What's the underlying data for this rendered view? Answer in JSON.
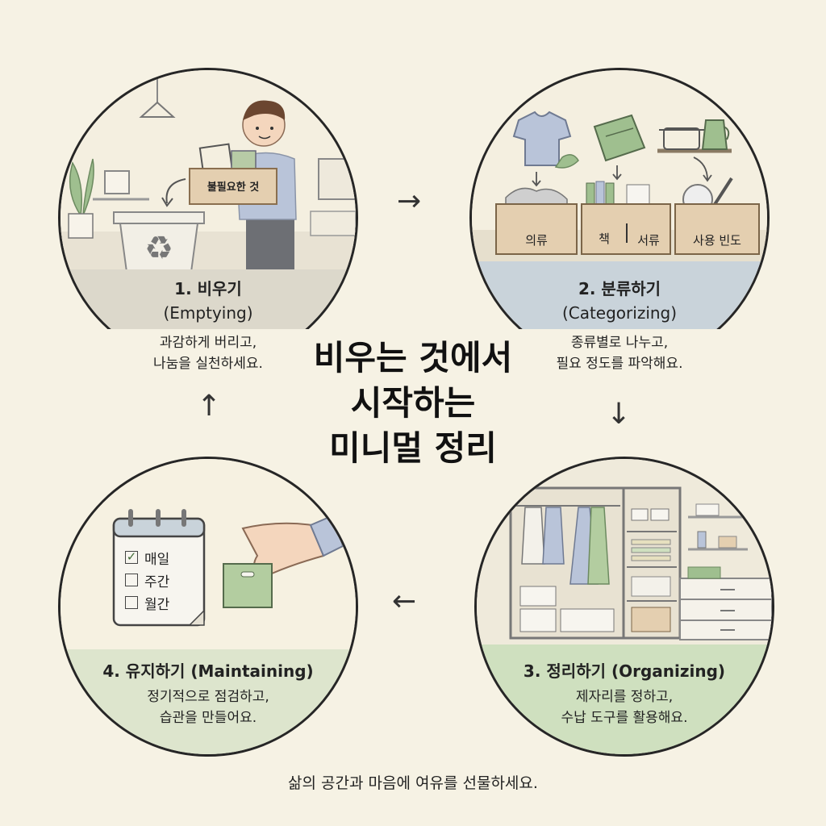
{
  "title": {
    "line1": "비우는 것에서",
    "line2": "시작하는",
    "line3": "미니멀 정리"
  },
  "steps": [
    {
      "title": "1. 비우기",
      "subtitle": "(Emptying)",
      "desc1": "과감하게 버리고,",
      "desc2": "나눔을 실천하세요.",
      "box_label": "불필요한 것"
    },
    {
      "title": "2. 분류하기",
      "subtitle": "(Categorizing)",
      "desc1": "종류별로 나누고,",
      "desc2": "필요 정도를 파악해요.",
      "bins": [
        "의류",
        "책",
        "서류",
        "사용 빈도"
      ]
    },
    {
      "title": "3. 정리하기 (Organizing)",
      "desc1": "제자리를 정하고,",
      "desc2": "수납 도구를 활용해요."
    },
    {
      "title": "4. 유지하기 (Maintaining)",
      "desc1": "정기적으로 점검하고,",
      "desc2": "습관을 만들어요.",
      "checklist": [
        {
          "label": "매일",
          "checked": true
        },
        {
          "label": "주간",
          "checked": false
        },
        {
          "label": "월간",
          "checked": false
        }
      ]
    }
  ],
  "arrows": {
    "right": "→",
    "down": "↓",
    "left": "←",
    "up": "↑"
  },
  "footer": "삶의 공간과 마음에 여유를 선물하세요.",
  "colors": {
    "background": "#f6f2e4",
    "step1_band": "#dcd8cb",
    "step2_band": "#c9d3da",
    "step3_band": "#cfe0bf",
    "step4_band": "#dde5cd",
    "accent_green": "#9fbf8f"
  }
}
